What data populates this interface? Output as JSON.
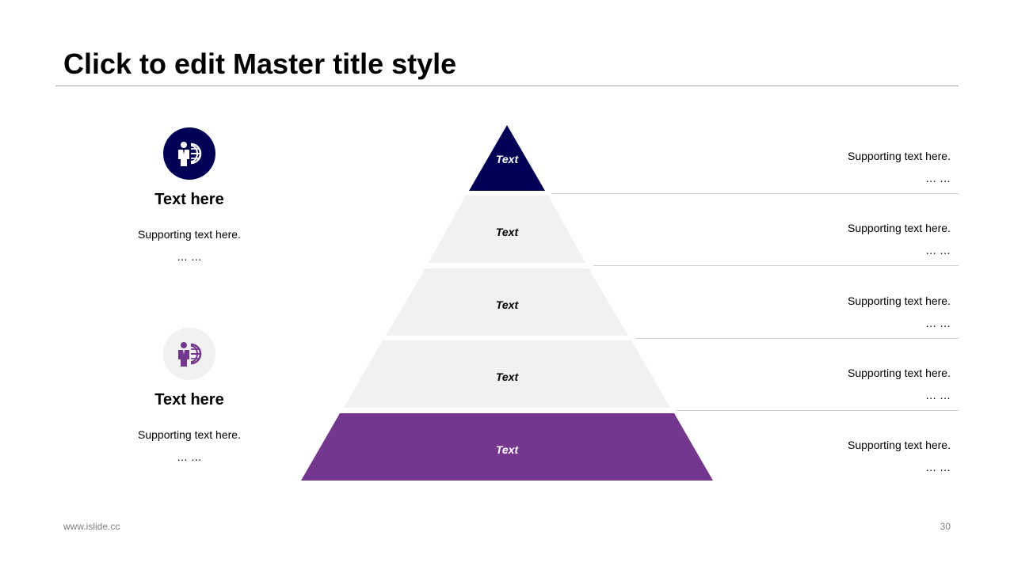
{
  "slide": {
    "title": "Click to edit Master title style"
  },
  "colors": {
    "navy": "#000055",
    "purple": "#74378E",
    "light_gray": "#F1F1F1",
    "rule_gray": "#A6A6A6"
  },
  "left_items": [
    {
      "icon": "businessman-globe-icon",
      "heading": "Text here",
      "support": "Supporting text here.",
      "ellipsis": "… …"
    },
    {
      "icon": "businessman-globe-icon",
      "heading": "Text here",
      "support": "Supporting text here.",
      "ellipsis": "… …"
    }
  ],
  "pyramid": {
    "tiers": [
      {
        "label": "Text",
        "fill": "navy"
      },
      {
        "label": "Text",
        "fill": "light_gray"
      },
      {
        "label": "Text",
        "fill": "light_gray"
      },
      {
        "label": "Text",
        "fill": "light_gray"
      },
      {
        "label": "Text",
        "fill": "purple"
      }
    ]
  },
  "right_items": [
    {
      "support": "Supporting text here.",
      "ellipsis": "… …"
    },
    {
      "support": "Supporting text here.",
      "ellipsis": "… …"
    },
    {
      "support": "Supporting text here.",
      "ellipsis": "… …"
    },
    {
      "support": "Supporting text here.",
      "ellipsis": "… …"
    },
    {
      "support": "Supporting text here.",
      "ellipsis": "… …"
    }
  ],
  "footer": {
    "website": "www.islide.cc",
    "page_number": "30"
  }
}
